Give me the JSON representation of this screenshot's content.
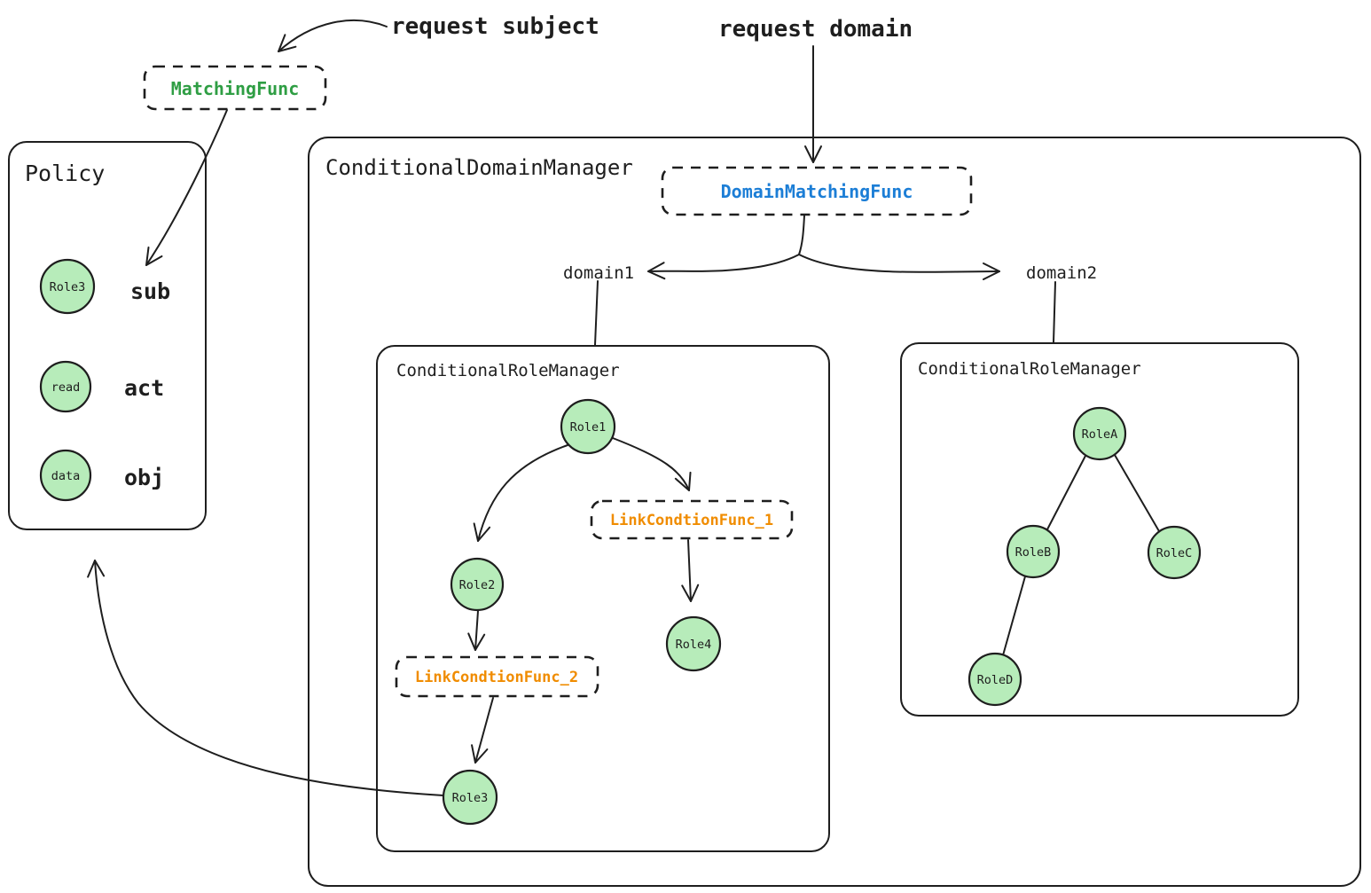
{
  "labels": {
    "request_subject": "request subject",
    "request_domain": "request domain",
    "matching_func": "MatchingFunc",
    "domain_matching_func": "DomainMatchingFunc",
    "link_condtion_func_1": "LinkCondtionFunc_1",
    "link_condtion_func_2": "LinkCondtionFunc_2",
    "domain1": "domain1",
    "domain2": "domain2"
  },
  "policy": {
    "title": "Policy",
    "rows": [
      {
        "node": "Role3",
        "label": "sub"
      },
      {
        "node": "read",
        "label": "act"
      },
      {
        "node": "data",
        "label": "obj"
      }
    ]
  },
  "domain_manager": {
    "title": "ConditionalDomainManager"
  },
  "role_manager_1": {
    "title": "ConditionalRoleManager",
    "nodes": [
      "Role1",
      "Role2",
      "Role3",
      "Role4"
    ],
    "edges": [
      "Role1->Role2",
      "Role1->LinkCondtionFunc_1",
      "Role2->LinkCondtionFunc_2",
      "LinkCondtionFunc_2->Role3",
      "LinkCondtionFunc_1->Role4"
    ]
  },
  "role_manager_2": {
    "title": "ConditionalRoleManager",
    "nodes": [
      "RoleA",
      "RoleB",
      "RoleC",
      "RoleD"
    ],
    "edges": [
      "RoleA-RoleB",
      "RoleA-RoleC",
      "RoleB-RoleD"
    ]
  },
  "colors": {
    "ink": "#1e1e1e",
    "node_fill": "#b7ecba",
    "green": "#2f9e44",
    "blue": "#1c7ed6",
    "orange": "#f08c00",
    "background": "#ffffff"
  }
}
